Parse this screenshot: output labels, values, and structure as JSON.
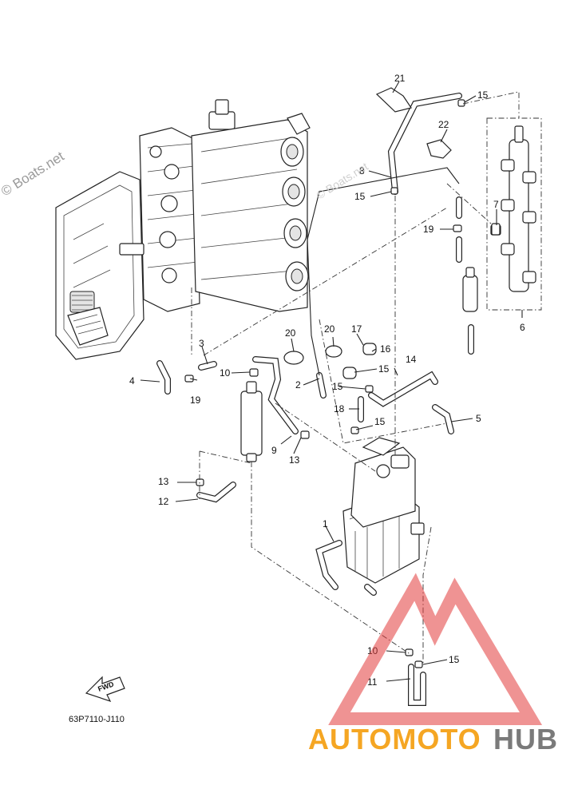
{
  "watermark": {
    "main": "© Boats.net",
    "faint": "© Boats.net"
  },
  "diagram_code": "63P7110-J110",
  "fwd_label": "FWD",
  "logo": {
    "part1": "AUTOMOTO",
    "part2": "HUB",
    "color_orange": "#f5a623",
    "color_gray": "#7a7a7a",
    "triangle_color": "#e23b3b"
  },
  "callouts": [
    {
      "id": "c1",
      "text": "1"
    },
    {
      "id": "c2",
      "text": "2"
    },
    {
      "id": "c3",
      "text": "3"
    },
    {
      "id": "c4",
      "text": "4"
    },
    {
      "id": "c5",
      "text": "5"
    },
    {
      "id": "c6",
      "text": "6"
    },
    {
      "id": "c7",
      "text": "7"
    },
    {
      "id": "c8",
      "text": "8"
    },
    {
      "id": "c9",
      "text": "9"
    },
    {
      "id": "c10a",
      "text": "10"
    },
    {
      "id": "c10b",
      "text": "10"
    },
    {
      "id": "c11",
      "text": "11"
    },
    {
      "id": "c12",
      "text": "12"
    },
    {
      "id": "c13a",
      "text": "13"
    },
    {
      "id": "c13b",
      "text": "13"
    },
    {
      "id": "c14",
      "text": "14"
    },
    {
      "id": "c15a",
      "text": "15"
    },
    {
      "id": "c15b",
      "text": "15"
    },
    {
      "id": "c15c",
      "text": "15"
    },
    {
      "id": "c15d",
      "text": "15"
    },
    {
      "id": "c15e",
      "text": "15"
    },
    {
      "id": "c15f",
      "text": "15"
    },
    {
      "id": "c15g",
      "text": "15"
    },
    {
      "id": "c16",
      "text": "16"
    },
    {
      "id": "c17",
      "text": "17"
    },
    {
      "id": "c18",
      "text": "18"
    },
    {
      "id": "c19a",
      "text": "19"
    },
    {
      "id": "c19b",
      "text": "19"
    },
    {
      "id": "c20a",
      "text": "20"
    },
    {
      "id": "c20b",
      "text": "20"
    },
    {
      "id": "c21",
      "text": "21"
    },
    {
      "id": "c22",
      "text": "22"
    }
  ]
}
